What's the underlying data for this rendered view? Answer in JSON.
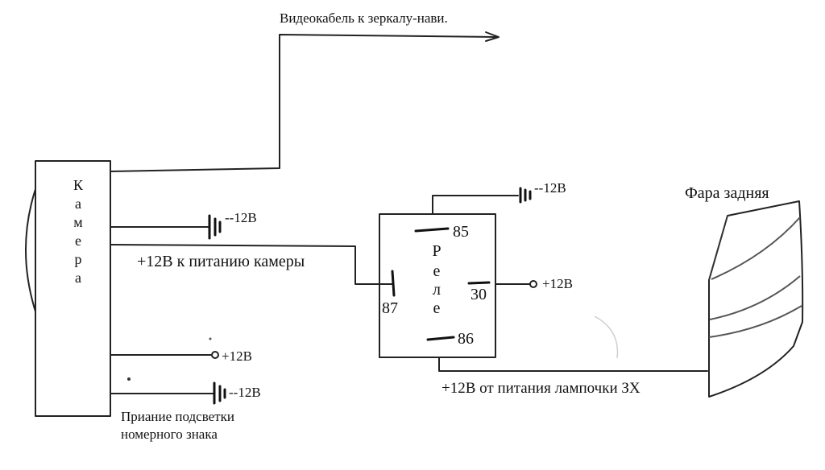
{
  "labels": {
    "video_cable": "Видеокабель к зеркалу-нави.",
    "camera": [
      "К",
      "а",
      "м",
      "е",
      "р",
      "а"
    ],
    "ground_camera": "--12В",
    "power_camera": "+12В к питанию камеры",
    "plate_plus": "+12В",
    "plate_ground": "--12В",
    "plate_note_line1": "Приание подсветки",
    "plate_note_line2": "номерного знака",
    "relay": [
      "Р",
      "е",
      "л",
      "е"
    ],
    "pin_85": "85",
    "pin_86": "86",
    "pin_87": "87",
    "pin_30": "30",
    "relay_ground": "--12В",
    "relay_plus": "+12В",
    "rear_light_title": "Фара задняя",
    "reverse_power": "+12В от питания лампочки ЗХ"
  },
  "colors": {
    "ink": "#222222",
    "lamp": "#555555",
    "background": "#ffffff"
  }
}
